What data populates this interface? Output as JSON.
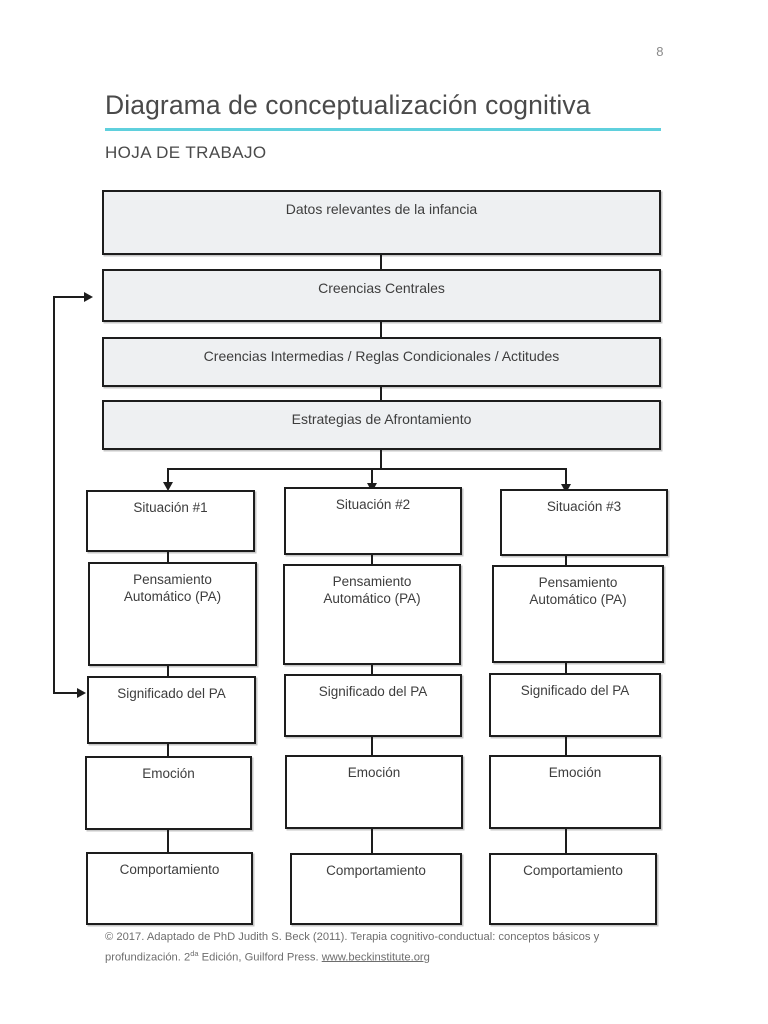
{
  "document": {
    "page_number": "8",
    "title": "Diagrama de conceptualización cognitiva",
    "subtitle": "HOJA DE TRABAJO",
    "accent_color": "#5fd0dd",
    "box_fill_color": "#eef0f2",
    "box_border_color": "#1d1d1d"
  },
  "diagram": {
    "top_boxes": [
      {
        "label": "Datos relevantes de la infancia"
      },
      {
        "label": "Creencias Centrales"
      },
      {
        "label": "Creencias Intermedias / Reglas Condicionales / Actitudes"
      },
      {
        "label": "Estrategias de Afrontamiento"
      }
    ],
    "columns": [
      {
        "situation": "Situación #1",
        "automatic_thought_line1": "Pensamiento",
        "automatic_thought_line2": "Automático (PA)",
        "meaning": "Significado del PA",
        "emotion": "Emoción",
        "behavior": "Comportamiento"
      },
      {
        "situation": "Situación #2",
        "automatic_thought_line1": "Pensamiento",
        "automatic_thought_line2": "Automático (PA)",
        "meaning": "Significado del PA",
        "emotion": "Emoción",
        "behavior": "Comportamiento"
      },
      {
        "situation": "Situación #3",
        "automatic_thought_line1": "Pensamiento",
        "automatic_thought_line2": "Automático (PA)",
        "meaning": "Significado del PA",
        "emotion": "Emoción",
        "behavior": "Comportamiento"
      }
    ]
  },
  "footer": {
    "part1": "© 2017. Adaptado de PhD Judith S. Beck (2011). Terapia cognitivo-conductual: conceptos básicos y profundización. 2",
    "superscript": "da",
    "part2": " Edición, Guilford Press. ",
    "link": "www.beckinstitute.org"
  }
}
